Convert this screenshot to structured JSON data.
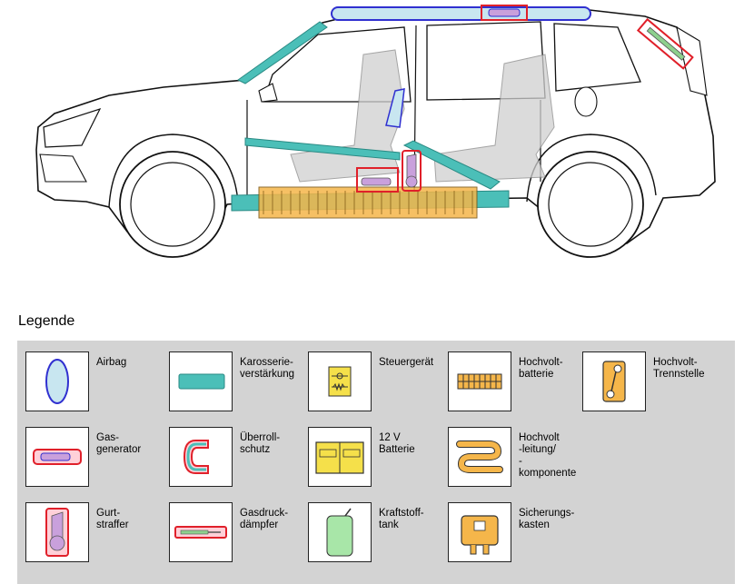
{
  "legend": {
    "title": "Legende",
    "items": [
      {
        "label": "Airbag"
      },
      {
        "label": "Karosserie-\nverstärkung"
      },
      {
        "label": "Steuergerät"
      },
      {
        "label": "Hochvolt-\nbatterie"
      },
      {
        "label": "Hochvolt-\nTrennstelle"
      },
      {
        "label": "Gas-\ngenerator"
      },
      {
        "label": "Überroll-\nschutz"
      },
      {
        "label": "12 V\nBatterie"
      },
      {
        "label": "Hochvolt\n-leitung/\n-komponente"
      },
      {
        "label": "Gurt-\nstraffer"
      },
      {
        "label": "Gasdruck-\ndämpfer"
      },
      {
        "label": "Kraftstoff-\ntank"
      },
      {
        "label": "Sicherungs-\nkasten"
      }
    ]
  },
  "colors": {
    "airbag_fill": "#c8e6f0",
    "airbag_stroke": "#3030d0",
    "reinforcement": "#4bbfb8",
    "highlight_red": "#e0202a",
    "purple_component": "#c9a0dc",
    "orange_hv": "#f5b64a",
    "yellow_battery": "#f5e04a",
    "tank_green": "#a8e6a8",
    "panel_gray": "#d3d3d3"
  }
}
